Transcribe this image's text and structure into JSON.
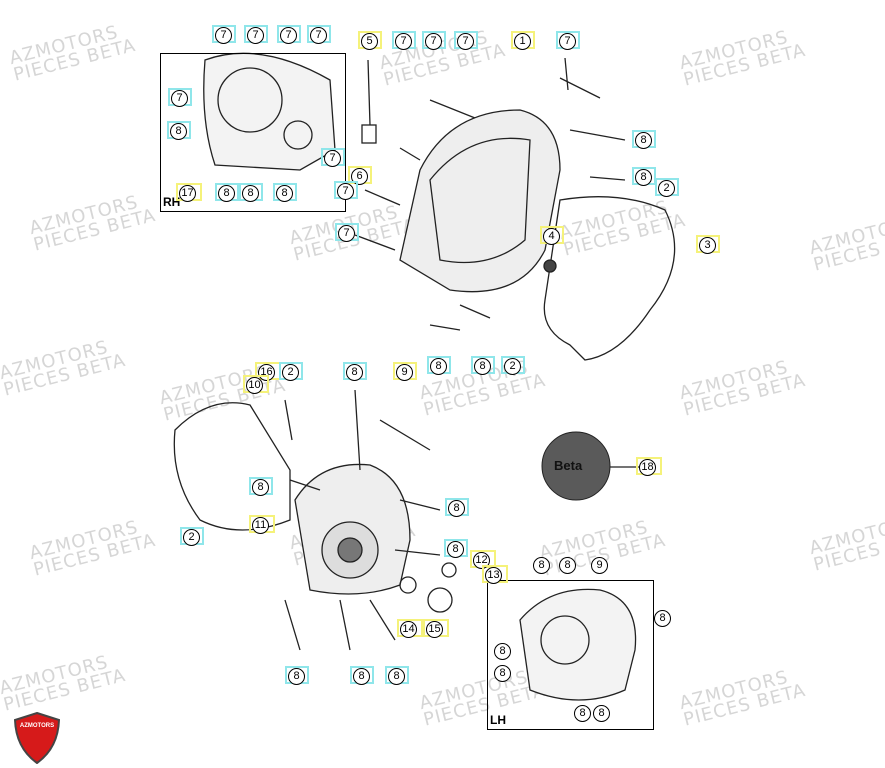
{
  "watermark": {
    "line1": "AZMOTORS",
    "line2": "PIECES BETA"
  },
  "logo": {
    "text": "AZMOTORS",
    "color": "#d61a1a"
  },
  "insets": {
    "rh_label": "RH",
    "lh_label": "LH"
  },
  "emblem": {
    "text": "Beta",
    "color": "#5a5a5a"
  },
  "colors": {
    "yellow_box": "#f5f27a",
    "cyan_box": "#8fe6ea"
  },
  "callouts": [
    {
      "label": "7",
      "box": "cyan"
    },
    {
      "label": "7",
      "box": "cyan"
    },
    {
      "label": "7",
      "box": "cyan"
    },
    {
      "label": "7",
      "box": "cyan"
    },
    {
      "label": "7",
      "box": "cyan"
    },
    {
      "label": "8",
      "box": "cyan"
    },
    {
      "label": "7",
      "box": "cyan"
    },
    {
      "label": "17",
      "box": "yellow"
    },
    {
      "label": "8",
      "box": "cyan"
    },
    {
      "label": "8",
      "box": "cyan"
    },
    {
      "label": "8",
      "box": "cyan"
    },
    {
      "label": "5",
      "box": "yellow"
    },
    {
      "label": "7",
      "box": "cyan"
    },
    {
      "label": "7",
      "box": "cyan"
    },
    {
      "label": "7",
      "box": "cyan"
    },
    {
      "label": "1",
      "box": "yellow"
    },
    {
      "label": "7",
      "box": "cyan"
    },
    {
      "label": "8",
      "box": "cyan"
    },
    {
      "label": "8",
      "box": "cyan"
    },
    {
      "label": "2",
      "box": "cyan"
    },
    {
      "label": "6",
      "box": "yellow"
    },
    {
      "label": "7",
      "box": "cyan"
    },
    {
      "label": "7",
      "box": "cyan"
    },
    {
      "label": "4",
      "box": "yellow"
    },
    {
      "label": "3",
      "box": "yellow"
    },
    {
      "label": "8",
      "box": "cyan"
    },
    {
      "label": "8",
      "box": "cyan"
    },
    {
      "label": "2",
      "box": "cyan"
    },
    {
      "label": "16",
      "box": "yellow"
    },
    {
      "label": "10",
      "box": "yellow"
    },
    {
      "label": "2",
      "box": "cyan"
    },
    {
      "label": "8",
      "box": "cyan"
    },
    {
      "label": "9",
      "box": "yellow"
    },
    {
      "label": "18",
      "box": "yellow"
    },
    {
      "label": "8",
      "box": "cyan"
    },
    {
      "label": "8",
      "box": "cyan"
    },
    {
      "label": "11",
      "box": "yellow"
    },
    {
      "label": "2",
      "box": "cyan"
    },
    {
      "label": "8",
      "box": "cyan"
    },
    {
      "label": "12",
      "box": "yellow"
    },
    {
      "label": "13",
      "box": "yellow"
    },
    {
      "label": "14",
      "box": "yellow"
    },
    {
      "label": "15",
      "box": "yellow"
    },
    {
      "label": "8",
      "box": "cyan"
    },
    {
      "label": "8",
      "box": "cyan"
    },
    {
      "label": "8",
      "box": "cyan"
    },
    {
      "label": "8",
      "box": "none"
    },
    {
      "label": "8",
      "box": "none"
    },
    {
      "label": "9",
      "box": "none"
    },
    {
      "label": "8",
      "box": "none"
    },
    {
      "label": "8",
      "box": "none"
    },
    {
      "label": "8",
      "box": "none"
    },
    {
      "label": "8",
      "box": "none"
    },
    {
      "label": "8",
      "box": "none"
    }
  ]
}
